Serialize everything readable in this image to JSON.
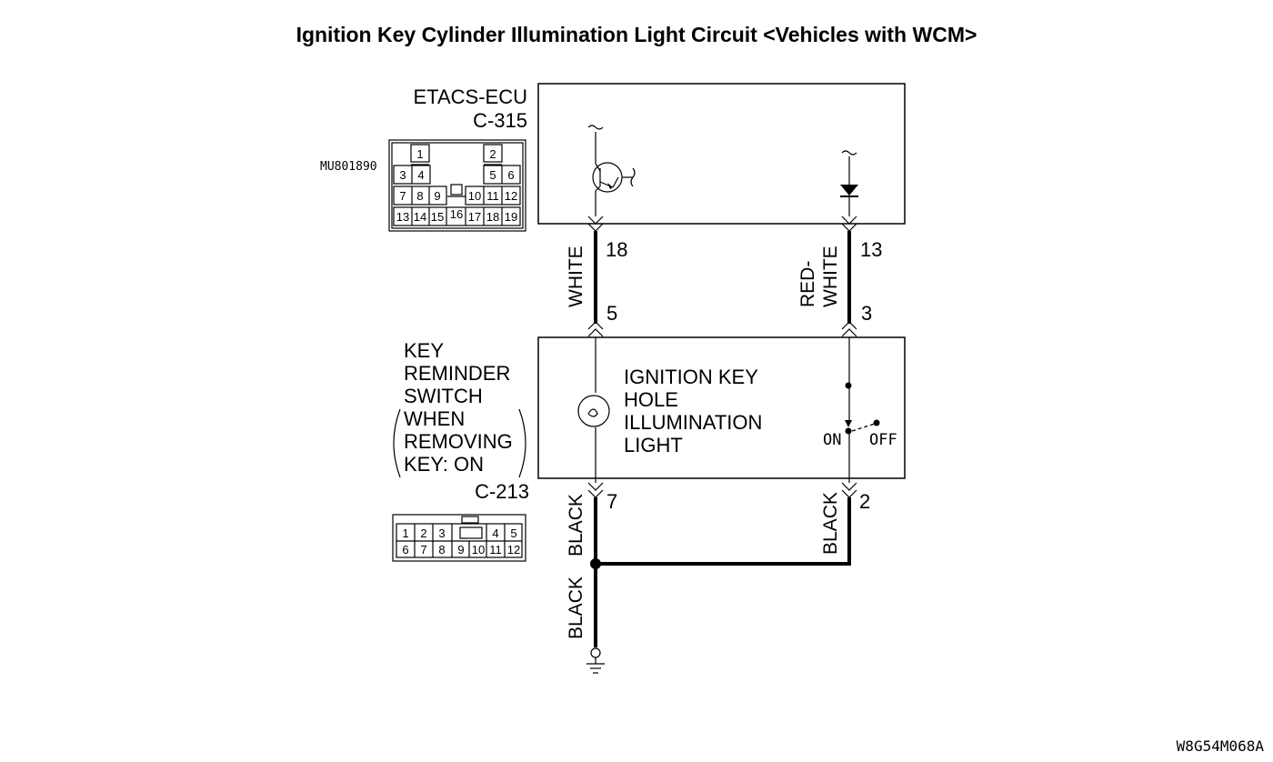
{
  "title": "Ignition Key Cylinder Illumination Light Circuit <Vehicles with WCM>",
  "etacs": {
    "name": "ETACS-ECU",
    "connector": "C-315",
    "part_number": "MU801890",
    "connector_pins": [
      "1",
      "2",
      "3",
      "4",
      "5",
      "6",
      "7",
      "8",
      "9",
      "10",
      "11",
      "12",
      "13",
      "14",
      "15",
      "16",
      "17",
      "18",
      "19"
    ]
  },
  "switch": {
    "name_lines": [
      "KEY",
      "REMINDER",
      "SWITCH",
      "WHEN",
      "REMOVING",
      "KEY: ON"
    ],
    "connector": "C-213",
    "connector_pins": [
      "1",
      "2",
      "3",
      "4",
      "5",
      "6",
      "7",
      "8",
      "9",
      "10",
      "11",
      "12"
    ],
    "light_lines": [
      "IGNITION KEY",
      "HOLE",
      "ILLUMINATION",
      "LIGHT"
    ],
    "on_label": "ON",
    "off_label": "OFF"
  },
  "wires": {
    "left_upper_color": "WHITE",
    "right_upper_color_1": "RED-",
    "right_upper_color_2": "WHITE",
    "left_lower_color": "BLACK",
    "right_lower_color": "BLACK",
    "ground_color": "BLACK"
  },
  "pins": {
    "etacs_left": "18",
    "etacs_right": "13",
    "switch_top_left": "5",
    "switch_top_right": "3",
    "switch_bottom_left": "7",
    "switch_bottom_right": "2"
  },
  "figure_code": "W8G54M068A"
}
